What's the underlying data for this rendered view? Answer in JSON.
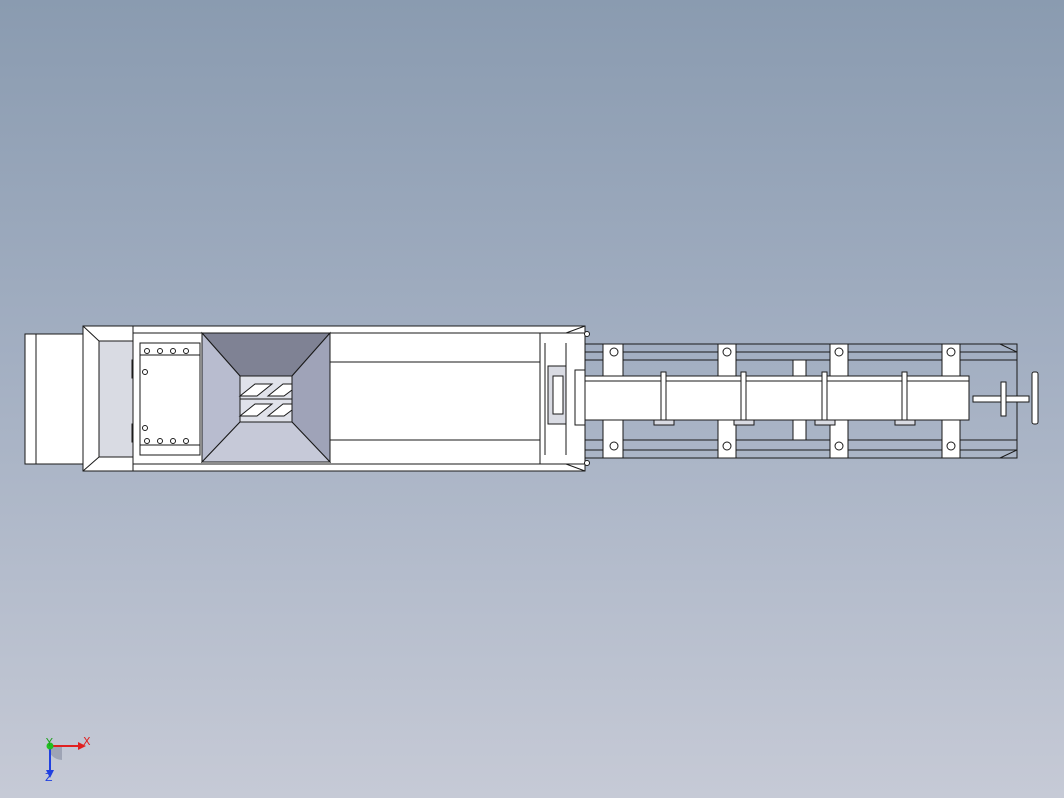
{
  "viewport": {
    "background_top": "#8a9bb0",
    "background_bottom": "#c6cad6"
  },
  "model": {
    "line_color": "#1a1a1a",
    "body_fill": "#ffffff",
    "shaded_fill": "#d9dbe3",
    "hopper_fill": "#aeb2c8",
    "accent_copper": "#b07a6c"
  },
  "triad": {
    "x_label": "X",
    "y_label": "Y",
    "z_label": "Z",
    "x_color": "#e02020",
    "y_color": "#20c020",
    "z_color": "#2040e0"
  }
}
